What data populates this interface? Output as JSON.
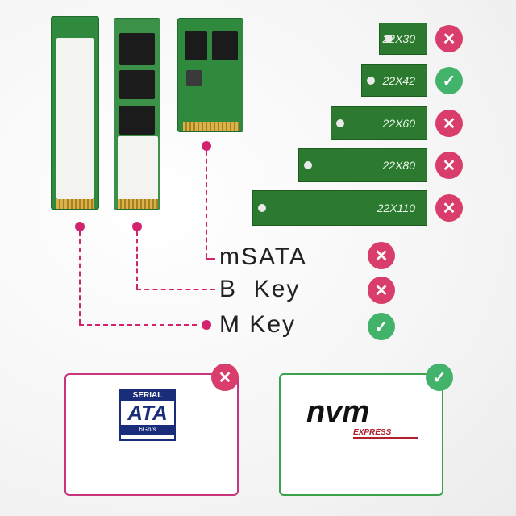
{
  "size_bars": [
    {
      "label": "22X30",
      "status": "x"
    },
    {
      "label": "22X42",
      "status": "ok"
    },
    {
      "label": "22X60",
      "status": "x"
    },
    {
      "label": "22X80",
      "status": "x"
    },
    {
      "label": "22X110",
      "status": "x"
    }
  ],
  "interfaces": [
    {
      "label": "mSATA",
      "status": "x"
    },
    {
      "label": "B  Key",
      "status": "x"
    },
    {
      "label": "M Key",
      "status": "ok"
    }
  ],
  "logos": {
    "sata": {
      "line1": "SERIAL",
      "line2": "ATA",
      "line3": "6Gb/s",
      "status": "x"
    },
    "nvme": {
      "main": "nvm",
      "sub": "EXPRESS",
      "status": "ok"
    }
  },
  "icons": {
    "x": "✕",
    "ok": "✓"
  },
  "colors": {
    "accent": "#d2236f",
    "bad": "#d93d6c",
    "good": "#43b36b",
    "pcb": "#2c7a2f"
  }
}
